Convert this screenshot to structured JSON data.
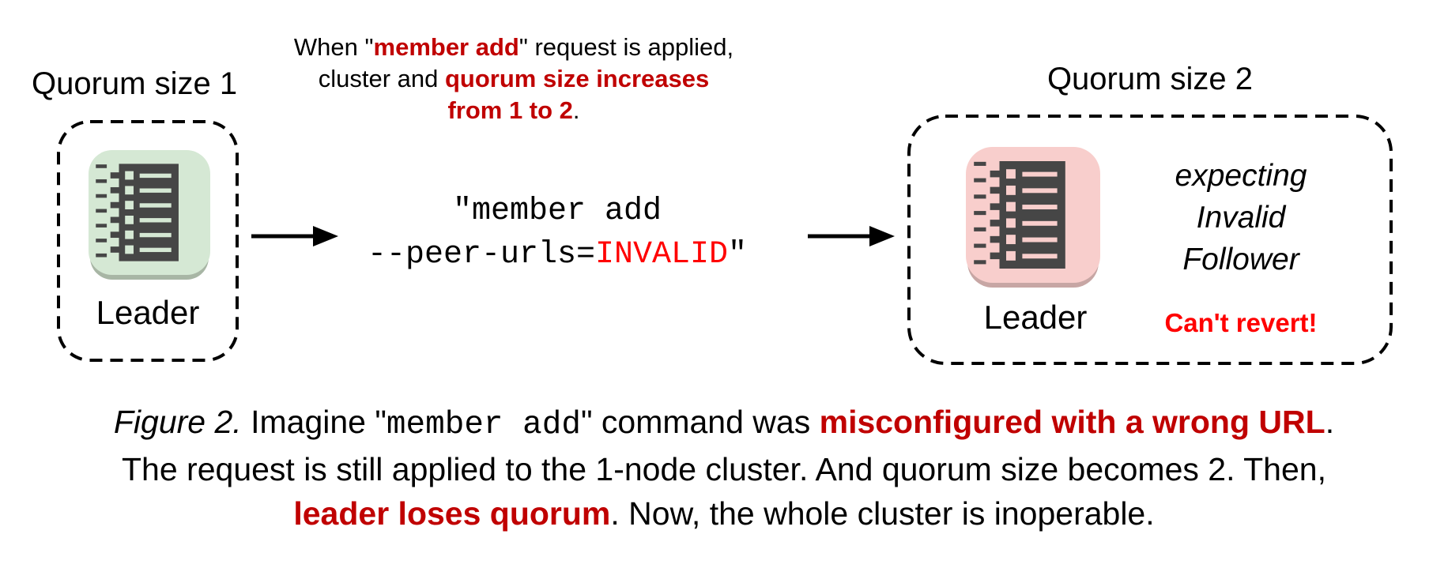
{
  "colors": {
    "dark_red": "#c00000",
    "bright_red": "#ff0000",
    "green_node_bg": "#d5e8d4",
    "green_node_shadow": "#a8b6a5",
    "pink_node_bg": "#f8cecc",
    "pink_node_shadow": "#c7a6a4",
    "icon_glyph": "#464646",
    "ink": "#000000"
  },
  "left_cluster": {
    "title": "Quorum size 1",
    "node_label": "Leader",
    "icon": "etcd-member-icon-green"
  },
  "right_cluster": {
    "title": "Quorum size 2",
    "node_label": "Leader",
    "icon": "etcd-member-icon-pink",
    "expecting": [
      "expecting",
      "Invalid",
      "Follower"
    ],
    "warning": "Can't revert!"
  },
  "middle": {
    "heading_lines": [
      [
        {
          "t": "When \"",
          "c": "plain"
        },
        {
          "t": "member add",
          "c": "redbold"
        },
        {
          "t": "\" request is applied,",
          "c": "plain"
        }
      ],
      [
        {
          "t": "cluster and ",
          "c": "plain"
        },
        {
          "t": "quorum size increases",
          "c": "redbold"
        }
      ],
      [
        {
          "t": "from 1 to 2",
          "c": "redbold"
        },
        {
          "t": ".",
          "c": "plain"
        }
      ]
    ],
    "command_lines": [
      [
        {
          "t": "\"member add",
          "c": "mono"
        }
      ],
      [
        {
          "t": "--peer-urls=",
          "c": "mono"
        },
        {
          "t": "INVALID",
          "c": "monored"
        },
        {
          "t": "\"",
          "c": "mono"
        }
      ]
    ]
  },
  "caption_lines": [
    [
      {
        "t": "Figure 2.",
        "c": "italic"
      },
      {
        "t": " Imagine \"",
        "c": "plain"
      },
      {
        "t": "member add",
        "c": "mono"
      },
      {
        "t": "\" command was ",
        "c": "plain"
      },
      {
        "t": "misconfigured with a wrong URL",
        "c": "redbold"
      },
      {
        "t": ".",
        "c": "plain"
      }
    ],
    [
      {
        "t": "The request is still applied to the 1-node cluster. And quorum size becomes 2. Then,",
        "c": "plain"
      }
    ],
    [
      {
        "t": "leader loses quorum",
        "c": "redbold"
      },
      {
        "t": ". Now, the whole cluster is inoperable.",
        "c": "plain"
      }
    ]
  ]
}
